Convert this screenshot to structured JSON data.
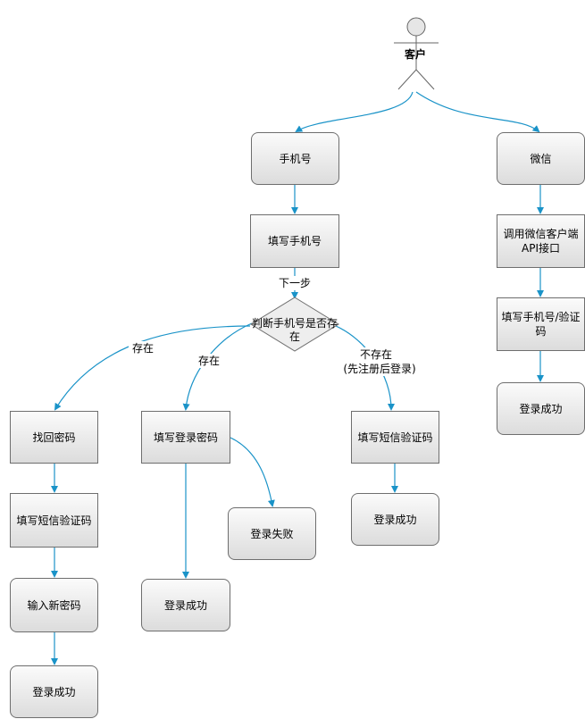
{
  "actor": {
    "label": "客户"
  },
  "nodes": {
    "phone": "手机号",
    "wechat": "微信",
    "fill_phone": "填写手机号",
    "decision": "判断手机号是否存在",
    "call_wechat_api": "调用微信客户端API接口",
    "fill_phone_code": "填写手机号/验证码",
    "wechat_success": "登录成功",
    "find_password": "找回密码",
    "fill_sms_code_left": "填写短信验证码",
    "input_new_password": "输入新密码",
    "left_success": "登录成功",
    "fill_login_password": "填写登录密码",
    "login_failed": "登录失败",
    "password_success": "登录成功",
    "fill_sms_code_register": "填写短信验证码",
    "register_success": "登录成功"
  },
  "edge_labels": {
    "next_step": "下一步",
    "exists_left": "存在",
    "exists_mid": "存在",
    "not_exists": "不存在",
    "register_first": "(先注册后登录)"
  },
  "colors": {
    "arrow": "#1a93c8",
    "node_border": "#6e6e6e"
  }
}
